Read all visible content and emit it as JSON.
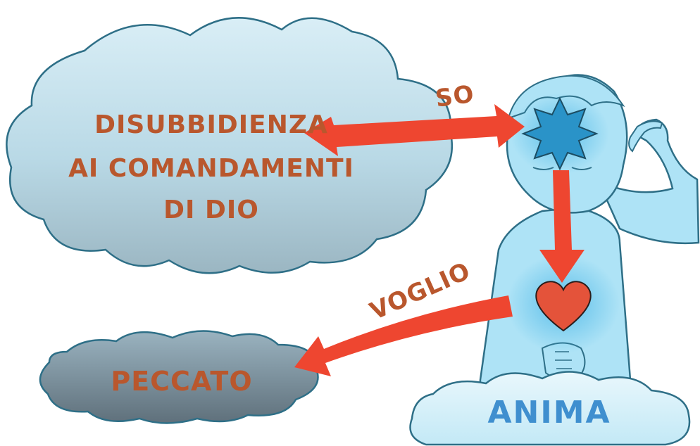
{
  "labels": {
    "cloud_main_line1": "DISUBBIDIENZA",
    "cloud_main_line2": "AI COMANDAMENTI",
    "cloud_main_line3": "DI DIO",
    "so": "SO",
    "voglio": "VOGLIO",
    "peccato": "PECCATO",
    "anima": "ANIMA"
  },
  "colors": {
    "text": "#b9572d",
    "arrow": "#ee4630",
    "anima_text": "#3f8fcf",
    "heart": "#e4533a",
    "star": "#2a93c8",
    "figure": "#aee3f6",
    "outline": "#2e6f87"
  },
  "icons": {
    "star": "star-icon",
    "heart": "heart-icon"
  }
}
